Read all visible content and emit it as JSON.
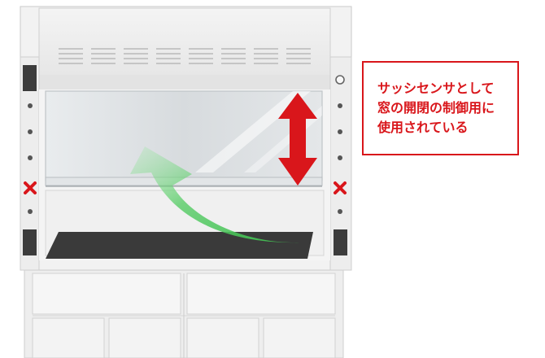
{
  "callout": {
    "lines": [
      "サッシセンサとして",
      "窓の開閉の制御用に",
      "使用されている"
    ]
  },
  "colors": {
    "accent_red": "#d9161b",
    "airflow_green": "#3fbf4f",
    "cabinet_white": "#f2f2f2",
    "worktop_dark": "#3a3a3a"
  },
  "icons": {
    "sash_movement": "vertical-double-arrow",
    "airflow": "curved-arrow"
  }
}
